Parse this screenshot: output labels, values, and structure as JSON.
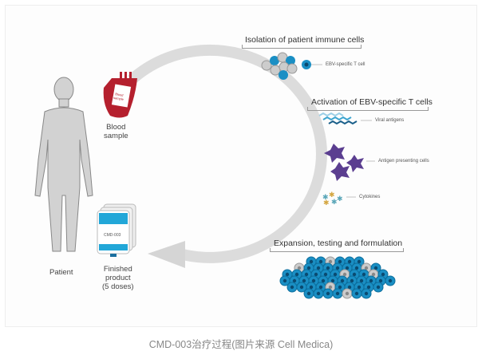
{
  "steps": {
    "isolation": "Isolation of patient immune cells",
    "activation": "Activation of EBV-specific T cells",
    "expansion": "Expansion, testing and formulation"
  },
  "legend": {
    "t_cell": "EBV-specific T cell",
    "viral_antigens": "Viral antigens",
    "apc": "Antigen presenting cells",
    "cytokines": "Cytokines"
  },
  "labels": {
    "patient": "Patient",
    "blood": [
      "Blood",
      "sample"
    ],
    "product": [
      "Finished",
      "product",
      "(5 doses)"
    ],
    "bag_text": "Blood sample",
    "product_tag": "CMD-003"
  },
  "caption": "CMD-003治疗过程(图片来源 Cell Medica)",
  "colors": {
    "arrow": "#d9d9d9",
    "blood": "#b5202e",
    "tcell": "#1a8fc4",
    "apc": "#5b3e90"
  }
}
